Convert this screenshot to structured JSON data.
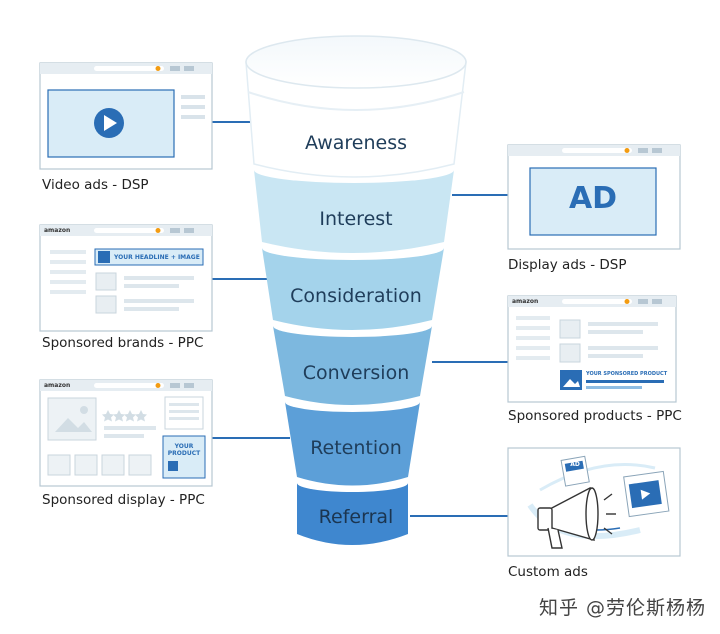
{
  "funnel": {
    "stages": [
      {
        "label": "Awareness",
        "color": "#ffffff"
      },
      {
        "label": "Interest",
        "color": "#c9e6f3"
      },
      {
        "label": "Consideration",
        "color": "#a4d3eb"
      },
      {
        "label": "Conversion",
        "color": "#7db8df"
      },
      {
        "label": "Retention",
        "color": "#5c9fd8"
      },
      {
        "label": "Referral",
        "color": "#3f87cf"
      }
    ]
  },
  "cards": {
    "video_ads": {
      "caption": "Video ads - DSP"
    },
    "sponsored_brands": {
      "caption": "Sponsored brands - PPC",
      "brand": "amazon",
      "headline": "YOUR HEADLINE + IMAGE"
    },
    "sponsored_display": {
      "caption": "Sponsored display - PPC",
      "brand": "amazon",
      "product_line1": "YOUR",
      "product_line2": "PRODUCT"
    },
    "display_ads": {
      "caption": "Display ads - DSP",
      "ad_text": "AD"
    },
    "sponsored_products": {
      "caption": "Sponsored products - PPC",
      "brand": "amazon",
      "product_text": "YOUR SPONSORED PRODUCT"
    },
    "custom_ads": {
      "caption": "Custom ads",
      "ad_tag": "AD"
    }
  },
  "watermark": "知乎 @劳伦斯杨杨",
  "colors": {
    "accent_blue": "#2a6db5",
    "light_blue": "#d9ecf7",
    "border": "#b7c7d3",
    "orange": "#f39c12",
    "connector": "#2a6db5"
  }
}
